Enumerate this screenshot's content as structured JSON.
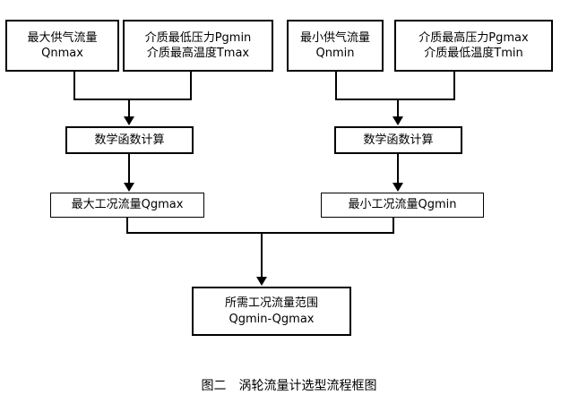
{
  "figure": {
    "caption": "图二　涡轮流量计选型流程框图",
    "background_color": "#ffffff",
    "line_color": "#000000"
  },
  "nodes": {
    "max_supply_flow": {
      "line1": "最大供气流量",
      "line2": "Qnmax"
    },
    "min_pressure_max_temp": {
      "line1": "介质最低压力Pgmin",
      "line2": "介质最高温度Tmax"
    },
    "min_supply_flow": {
      "line1": "最小供气流量",
      "line2": "Qnmin"
    },
    "max_pressure_min_temp": {
      "line1": "介质最高压力Pgmax",
      "line2": "介质最低温度Tmin"
    },
    "math_calc_left": {
      "line1": "数学函数计算"
    },
    "math_calc_right": {
      "line1": "数学函数计算"
    },
    "max_working_flow": {
      "line1": "最大工况流量Qgmax"
    },
    "min_working_flow": {
      "line1": "最小工况流量Qgmin"
    },
    "required_flow_range": {
      "line1": "所需工况流量范围",
      "line2": "Qgmin-Qgmax"
    }
  }
}
